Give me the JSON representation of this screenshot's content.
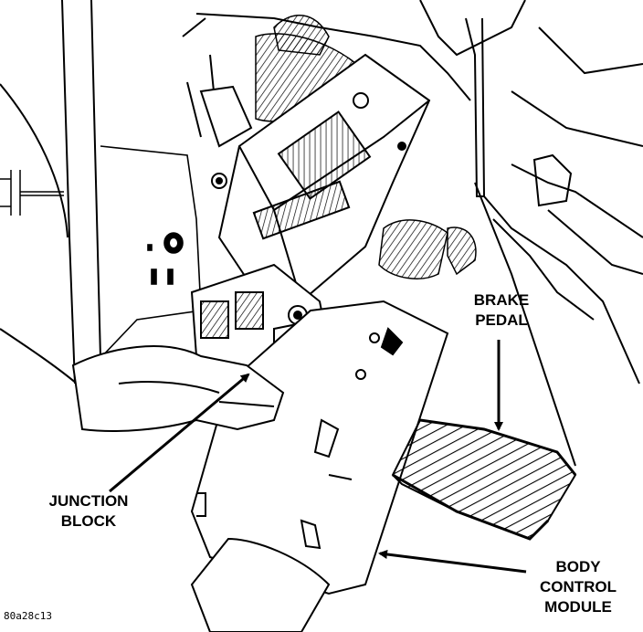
{
  "labels": {
    "brake_pedal": [
      "BRAKE",
      "PEDAL"
    ],
    "junction_block": [
      "JUNCTION",
      "BLOCK"
    ],
    "body_control_module": [
      "BODY",
      "CONTROL",
      "MODULE"
    ]
  },
  "figure_id": "80a28c13"
}
